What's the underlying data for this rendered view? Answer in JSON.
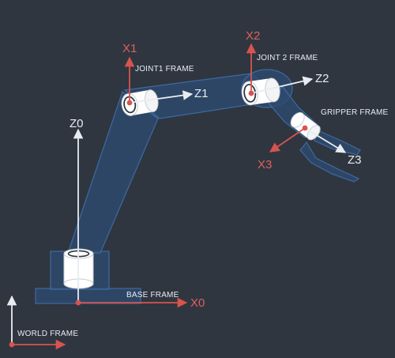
{
  "colors": {
    "background": "#2f3640",
    "link_fill": "#2e4a70",
    "link_stroke": "#3d6aa3",
    "axis_red": "#d9534f",
    "axis_white": "#e8ecf0",
    "label_red": "#e0605c",
    "cylinder": "#ffffff"
  },
  "frames": {
    "world": "WORLD FRAME",
    "base": "BASE FRAME",
    "joint1": "JOINT1 FRAME",
    "joint2": "JOINT 2 FRAME",
    "gripper": "GRIPPER FRAME"
  },
  "axes": {
    "z0": "Z0",
    "x0": "X0",
    "x1": "X1",
    "z1": "Z1",
    "x2": "X2",
    "z2": "Z2",
    "x3": "X3",
    "z3": "Z3"
  }
}
